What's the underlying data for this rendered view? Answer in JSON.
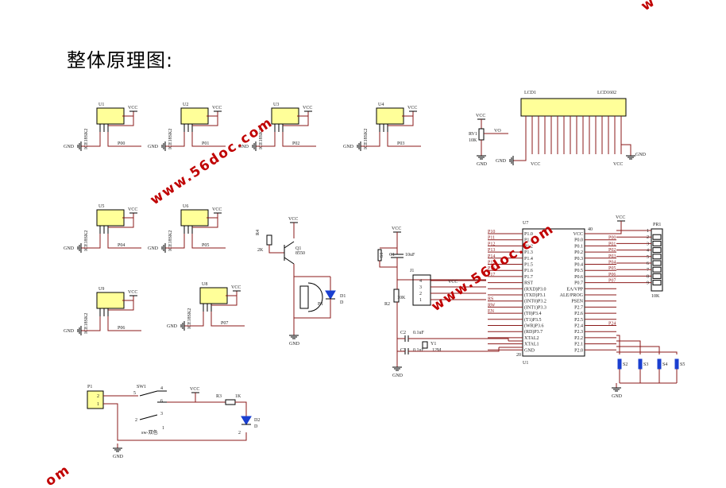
{
  "title": "整体原理图:",
  "watermark": {
    "text": "www.56doc.com",
    "corner_top": "w",
    "corner_bottom": "om",
    "color": "#c00000"
  },
  "colors": {
    "wire": "#8b1a1a",
    "body": "#ffff99",
    "led": "#1a3fd0"
  },
  "sensors": [
    {
      "ref": "U1",
      "part": "ICE18SK2",
      "net": "P00"
    },
    {
      "ref": "U2",
      "part": "ICE18SK2",
      "net": "P01"
    },
    {
      "ref": "U3",
      "part": "ICE18SK2",
      "net": "P02"
    },
    {
      "ref": "U4",
      "part": "ICE18SK2",
      "net": "P03"
    },
    {
      "ref": "U5",
      "part": "ICE18SK2",
      "net": "P04"
    },
    {
      "ref": "U6",
      "part": "ICE18SK2",
      "net": "P05"
    },
    {
      "ref": "U9",
      "part": "ICE18SK2",
      "net": "P06"
    },
    {
      "ref": "U8",
      "part": "ICE18SK2",
      "net": "P07"
    }
  ],
  "power": {
    "vcc": "VCC",
    "gnd": "GND"
  },
  "lcd": {
    "ref": "LCD1",
    "part": "LCD1602",
    "rv": "RV1",
    "rv_value": "10K",
    "vo": "VO"
  },
  "buzzer": {
    "r": "R4",
    "r_value": "2K",
    "q": "Q1",
    "q_part": "8550",
    "bz": "B1",
    "led": "D1",
    "led_part": "D"
  },
  "mcu": {
    "ref": "U7",
    "u1": "U1",
    "left_pins": [
      "P1.0",
      "P1.1",
      "P1.2",
      "P1.3",
      "P1.4",
      "P1.5",
      "P1.6",
      "P1.7",
      "RST",
      "(RXD)P3.0",
      "(TXD)P3.1",
      "(INT0)P3.2",
      "(INT1)P3.3",
      "(T0)P3.4",
      "(T1)P3.5",
      "(WR)P3.6",
      "(RD)P3.7",
      "XTAL2",
      "XTAL1",
      "GND"
    ],
    "right_pins": [
      "VCC",
      "P0.0",
      "P0.1",
      "P0.2",
      "P0.3",
      "P0.4",
      "P0.5",
      "P0.6",
      "P0.7",
      "EA/VPP",
      "ALE/PROG",
      "PSEN",
      "P2.7",
      "P2.6",
      "P2.5",
      "P2.4",
      "P2.3",
      "P2.2",
      "P2.1",
      "P2.0"
    ],
    "left_nets": [
      "P10",
      "P11",
      "P12",
      "P13",
      "P14",
      "P15",
      "P16",
      "P17",
      "",
      "",
      "",
      "RS",
      "RW",
      "EN",
      "",
      "",
      "",
      "",
      "",
      ""
    ],
    "right_nets": [
      "",
      "P00",
      "P01",
      "P02",
      "P03",
      "P04",
      "P05",
      "P06",
      "P07",
      "",
      "",
      "",
      "",
      "",
      "",
      "P24",
      "",
      "",
      "",
      ""
    ],
    "pin40": "40",
    "pin20": "20"
  },
  "reset": {
    "s1": "S1",
    "c1": "C1",
    "c1_value": "10uF",
    "r2": "R2",
    "r2_value": "10K",
    "j1": "J1",
    "j1_pins": [
      "4",
      "3",
      "2",
      "1"
    ]
  },
  "crystal": {
    "c2": "C2",
    "c2_value": "0.1uF",
    "c3": "C3",
    "c3_value": "0.1uF",
    "y1": "Y1",
    "y1_value": "12M"
  },
  "pullup": {
    "ref": "PR1",
    "value": "10K",
    "pins": [
      "1",
      "2",
      "3",
      "4",
      "5",
      "6",
      "7",
      "8",
      "9"
    ]
  },
  "keys": [
    "S2",
    "S3",
    "S4",
    "S5"
  ],
  "power_in": {
    "p1": "P1",
    "p1_pins": [
      "2",
      "1"
    ],
    "sw": "SW1",
    "sw_pins": [
      "5",
      "4",
      "6",
      "3",
      "2",
      "1"
    ],
    "sw_note": "sw-双色",
    "r3": "R3",
    "r3_value": "1K",
    "d2": "D2",
    "d2_part": "D",
    "d2_pin": "2"
  }
}
